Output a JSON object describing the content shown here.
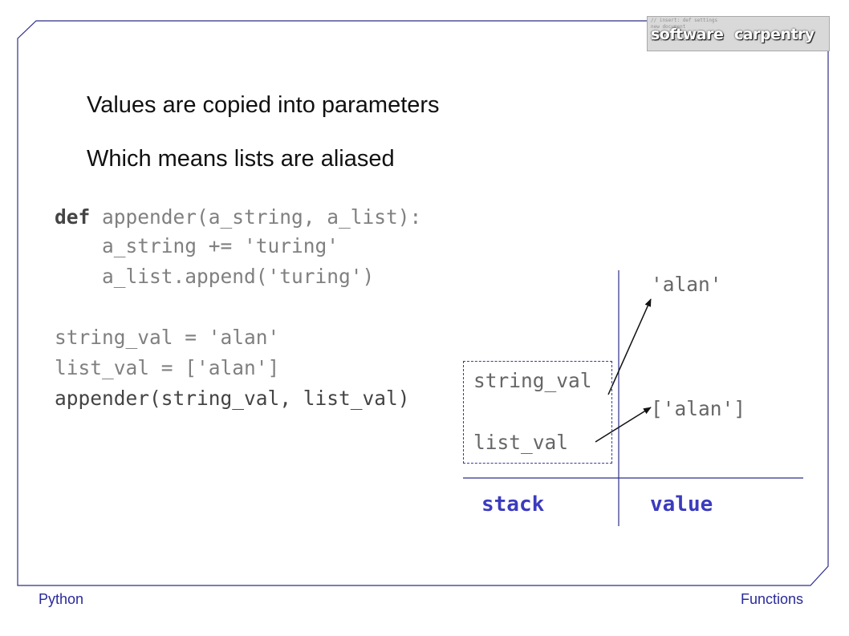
{
  "logo": {
    "word1": "software",
    "word2": "carpentry",
    "bg_lines": [
      "// insert: def settings",
      "new document",
      "node ...",
      "text = doc.createText"
    ]
  },
  "headings": {
    "line1": "Values are copied into parameters",
    "line2": "Which means lists are aliased"
  },
  "code": {
    "keyword": "def",
    "line1_rest": " appender(a_string, a_list):",
    "line2": "    a_string += 'turing'",
    "line3": "    a_list.append('turing')",
    "line5": "string_val = 'alan'",
    "line6": "list_val = ['alan']",
    "line7": "appender(string_val, list_val)"
  },
  "diagram": {
    "value_string": "'alan'",
    "value_list": "['alan']",
    "var_string": "string_val",
    "var_list": "list_val",
    "label_stack": "stack",
    "label_value": "value"
  },
  "footer": {
    "left": "Python",
    "right": "Functions"
  }
}
